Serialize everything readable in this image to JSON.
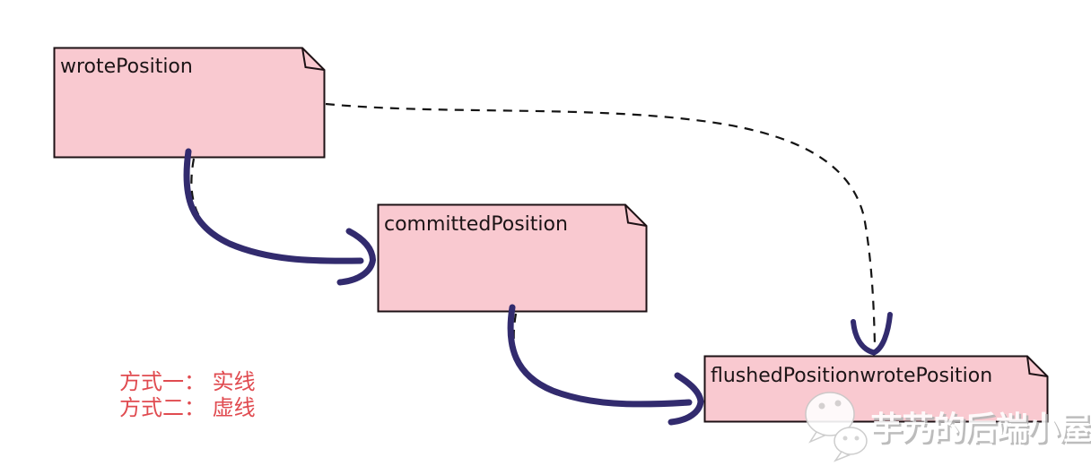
{
  "canvas": {
    "background": "#ffffff"
  },
  "diagram": {
    "type": "note-flow-diagram",
    "note_fill": "#f9c9d0",
    "note_border": "#1d1115",
    "solid_arrow_color": "#322b6e",
    "dashed_line_color": "#141414",
    "nodes": [
      {
        "id": "wrotePosition",
        "label": "wrotePosition",
        "shape": "uml-note"
      },
      {
        "id": "committedPosition",
        "label": "committedPosition",
        "shape": "uml-note"
      },
      {
        "id": "flushedPositionwrotePosition",
        "label": "flushedPositionwrotePosition",
        "shape": "uml-note"
      }
    ],
    "edges": [
      {
        "from": "wrotePosition",
        "to": "committedPosition",
        "style": "solid",
        "color": "#322b6e"
      },
      {
        "from": "wrotePosition",
        "to": "committedPosition",
        "style": "dashed",
        "color": "#141414"
      },
      {
        "from": "committedPosition",
        "to": "flushedPositionwrotePosition",
        "style": "solid",
        "color": "#322b6e"
      },
      {
        "from": "committedPosition",
        "to": "flushedPositionwrotePosition",
        "style": "dashed",
        "color": "#141414"
      },
      {
        "from": "wrotePosition",
        "to": "flushedPositionwrotePosition",
        "style": "dashed",
        "color": "#141414"
      }
    ],
    "legend": {
      "color": "#e04b50",
      "items": [
        "方式一： 实线",
        "方式二： 虚线"
      ]
    },
    "watermark": {
      "icon": "wechat-icon",
      "text": "芋艿的后端小屋",
      "text_color": "#ffffff",
      "shadow_color": "#b5b5b5"
    }
  }
}
